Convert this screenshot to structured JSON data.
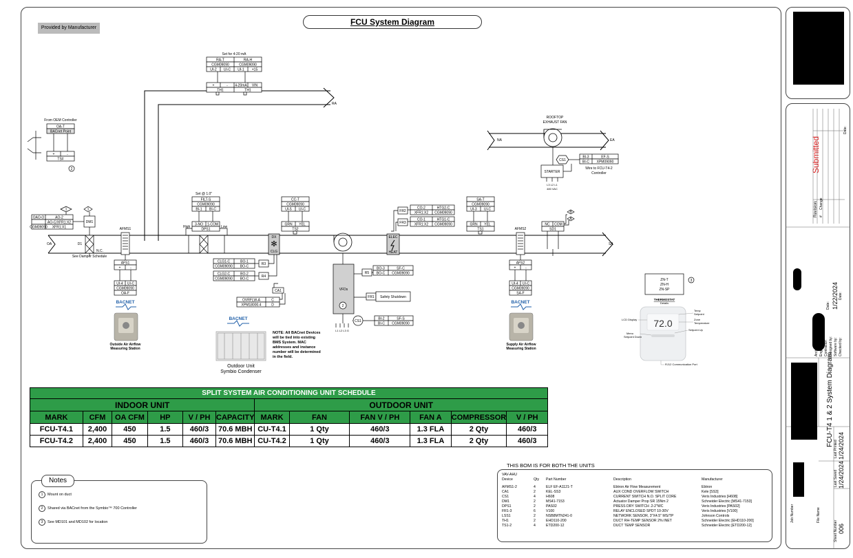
{
  "header": {
    "provided_by": "Provided by Manufacturer",
    "title": "FCU System Diagram"
  },
  "diagram": {
    "ra_group": {
      "note": "Set for 4-20 mA",
      "points": [
        "RA-T",
        "RA-H"
      ],
      "cgms": [
        "CGM09090",
        "CGM09090"
      ],
      "io": [
        "UI-2",
        "UI-C",
        "UI-1",
        "+15"
      ],
      "terms": [
        "+",
        "-",
        "4-20mA",
        "VIN"
      ],
      "devices": [
        "TH1",
        "TH1"
      ],
      "duct_label": "RA"
    },
    "oem": {
      "label": "From OEM Controller",
      "point": "OA-T",
      "bacnet": "BACnet Point",
      "terms": [
        "+",
        "-"
      ],
      "device": "TS#",
      "note_num": "2"
    },
    "damper": {
      "markers": [
        "1",
        "1"
      ],
      "point": "OAO-O",
      "cmd": "AO-2",
      "cgm": "CGM09090",
      "io": [
        "AO-C/XFR1:X2",
        "XFR1:X1"
      ],
      "device": "DM1",
      "d1": "D1",
      "nc": "N.C.",
      "schedule": "See Damper Schedule",
      "oa": "OA"
    },
    "afms1": {
      "label": "AFMS1",
      "device": "AFS1",
      "terms": [
        "+",
        "-"
      ],
      "io": [
        "UI-4",
        "UI-C"
      ],
      "cgm": "CGM09090",
      "point": "OA-F",
      "bacnet": "BACNET",
      "caption": [
        "Outside Air Airflow",
        "Measuring Station"
      ]
    },
    "filter": {
      "note": "Set @ 1.0\"",
      "point": "FILT-S",
      "cgm": "CGM09090",
      "io": [
        "BI-1",
        "BI-C"
      ],
      "terms": [
        "3-NO",
        "1-COM"
      ],
      "device": "DPS1",
      "high": "High",
      "low": "Low"
    },
    "coil": {
      "point": "CC-T",
      "cgm": "CGM09090",
      "io": [
        "UI-5",
        "UI-C"
      ],
      "wires": [
        "GRN",
        "YEL"
      ],
      "device": "TS2",
      "dx": "DX",
      "clg": "CLG"
    },
    "clg_relays": {
      "rows": [
        [
          "CLG1-C",
          "BO-1"
        ],
        [
          "CGM09090",
          "BO-C"
        ],
        [
          "CLG2-C",
          "BO-2"
        ],
        [
          "CGM09090",
          "BO-C"
        ]
      ],
      "relays": [
        "R3",
        "R4"
      ],
      "ca1": "CA1"
    },
    "overflow": {
      "point": "OVRFLW-A",
      "cgm": "XPM18000.4",
      "terms": [
        "C",
        "D"
      ]
    },
    "condenser": {
      "bacnet": "BACNET",
      "caption": [
        "Outdoor Unit",
        "Symbio Condenser"
      ]
    },
    "bacnet_note": [
      "NOTE: All BACnet Devices",
      "will be tied into existing",
      "BMS System. MAC",
      "addresses and instance",
      "number will be determined",
      "in the field."
    ],
    "fan": {
      "vfd": "VFDs",
      "r5": "R5",
      "sf_c": [
        "BO-3",
        "SF-C",
        "BO-C",
        "CGM09090"
      ],
      "fr1": "FR1",
      "safety": "Safety Shutdown",
      "cs1": "CS1",
      "sf_s": [
        "BI-2",
        "SF-S",
        "BI-C",
        "CGM09090"
      ],
      "bottom": "L1 L2 L3 G",
      "num": "2"
    },
    "heat": {
      "fr2": "FR2",
      "fr3": "FR3",
      "rows": [
        [
          "CO-2",
          "HTG2-C"
        ],
        [
          "XFR1:X2",
          "CGM09090"
        ],
        [
          "CO-1",
          "HTG1-C"
        ],
        [
          "XFR1:X2",
          "CGM09090"
        ]
      ],
      "elec": "ELEC",
      "heat": "HEAT"
    },
    "sa": {
      "point": "SA-T",
      "cgm": "CGM09090",
      "io": [
        "UI-3",
        "UI-C"
      ],
      "wires": [
        "GRN",
        "YEL"
      ],
      "device": "TS1",
      "duct_label": "SA"
    },
    "sd": {
      "terms": [
        "NC",
        "COM"
      ],
      "device": "SD1",
      "markers": [
        "B",
        "A"
      ]
    },
    "afms2": {
      "label": "AFMS2",
      "device": "AFS2",
      "terms": [
        "+",
        "-"
      ],
      "io": [
        "UI-4",
        "UI-C"
      ],
      "cgm": "CGM09090",
      "point": "SA-F",
      "bacnet": "BACNET",
      "caption": [
        "Supply Air Airflow",
        "Measuring Station"
      ]
    },
    "exhaust": {
      "title": [
        "ROOFTOP",
        "EXHAUST FAN"
      ],
      "na": "NA",
      "ea": "EA",
      "cs1": "CS1",
      "rows": [
        [
          "BI-3",
          "EF-S"
        ],
        [
          "BI-C",
          "XPM09090"
        ]
      ],
      "wire": [
        "Wire to FCU-T4-2",
        "Controller"
      ],
      "starter": "STARTER",
      "power": [
        "L3 L2 L1",
        "480 VAC"
      ]
    },
    "zone": {
      "points": [
        "ZN-T",
        "ZN-H",
        "ZN-SP"
      ],
      "num": "3"
    },
    "thermostat": {
      "title": [
        "THERMOSTAT",
        "Details"
      ],
      "display": "72.0",
      "lcd": "LCD Display",
      "menu": [
        "Menu",
        "Setpoint Down"
      ],
      "temp": [
        "Temp",
        "Setpoint"
      ],
      "zone": [
        "Zone",
        "Temperature"
      ],
      "setup": "Setpoint Up",
      "rj": "RJ12 Communication Port"
    }
  },
  "schedule": {
    "title": "SPLIT SYSTEM AIR CONDITIONING UNIT SCHEDULE",
    "indoor": "INDOOR UNIT",
    "outdoor": "OUTDOOR UNIT",
    "headers": [
      "MARK",
      "CFM",
      "OA CFM",
      "HP",
      "V / PH",
      "CAPACITY",
      "MARK",
      "FAN",
      "FAN V / PH",
      "FAN A",
      "COMPRESSOR",
      "V / PH"
    ],
    "rows": [
      [
        "FCU-T4.1",
        "2,400",
        "450",
        "1.5",
        "460/3",
        "70.6 MBH",
        "CU-T4.1",
        "1 Qty",
        "460/3",
        "1.3 FLA",
        "2 Qty",
        "460/3"
      ],
      [
        "FCU-T4.2",
        "2,400",
        "450",
        "1.5",
        "460/3",
        "70.6 MBH",
        "CU-T4.2",
        "1 Qty",
        "460/3",
        "1.3 FLA",
        "2 Qty",
        "460/3"
      ]
    ]
  },
  "notes": {
    "title": "Notes",
    "items": [
      {
        "num": "1",
        "text": "Mount on duct"
      },
      {
        "num": "2",
        "text": "Shared via BACnet from the Symbio™ 700 Controller"
      },
      {
        "num": "3",
        "text": "See MD101 and MD102  for location"
      }
    ]
  },
  "bom": {
    "title": "THIS BOM IS FOR BOTH THE UNITS",
    "group": "VAV-AHU",
    "headers": [
      "Device",
      "Qty",
      "Part Number",
      "Description",
      "Manufacturer"
    ],
    "rows": [
      [
        "AFMS1-2",
        "4",
        "ELF EF-A1121-T",
        "Ebtron Air Flow Measurement",
        "Ebtron"
      ],
      [
        "CA1",
        "2",
        "KEL-SS3",
        "AUX COND OVERFLOW SWITCH",
        "Kele [SS3]"
      ],
      [
        "CS1",
        "4",
        "H608",
        "CURRENT SWITCH N.O. SPLIT CORE",
        "Veris Industries [H608]"
      ],
      [
        "DM1",
        "2",
        "MS41-7153",
        "Actuator Damper Prop SR 15Nm 2",
        "Schneider Electric [MS41-7153]"
      ],
      [
        "DPS1",
        "2",
        "PAS02",
        "PRESS DRY SWITCH .2-2\"WC",
        "Veris Industries [PAS02]"
      ],
      [
        "FR1-3",
        "6",
        "V100",
        "RELAY ENCLOSED SPDT 10-30V",
        "Veris Industries [V100]"
      ],
      [
        "LSS1",
        "2",
        "NSB8MTN241-0",
        "NETWORK SENSOR, 3\"X4.5\" MS/TP",
        "Johnson Controls"
      ],
      [
        "TH1",
        "2",
        "EHD110-200",
        "DUCT RH-TEMP SENSOR 2% INET",
        "Schneider Electric [EHD110-200]"
      ],
      [
        "TS1-2",
        "4",
        "ETD200-12",
        "DUCT TEMP SENSOR",
        "Schneider Electric [ETD200-12]"
      ]
    ]
  },
  "title_block": {
    "submitted": "Submitted",
    "revision": "Revision:",
    "date_label": "Date:",
    "hash": "#",
    "change": "Change",
    "architect": "Architect:",
    "engineer": "Engineer:",
    "contractor": "Contractor:",
    "designed": "Designed by:",
    "software": "Software by:",
    "checked": "Checked by:",
    "date1": "1/22/2024",
    "date2": "Date:",
    "date3": "Date:",
    "drawing_title": "FCU-T4 1 & 2  System Diagram",
    "job_number": "Job Number",
    "file_name": "File Name",
    "last_saved_label": "Last Saved",
    "last_saved": "1/24/2024",
    "last_printed_label": "Last Printed",
    "last_printed": "1/24/2024",
    "sheet_label": "Sheet Number",
    "sheet": "006"
  },
  "colors": {
    "schedule_green": "#2e9c48",
    "submitted_red": "#e02020",
    "bacnet_blue": "#1f5fa8"
  }
}
